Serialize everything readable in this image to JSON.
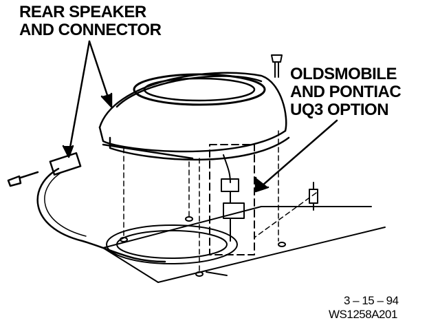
{
  "labels": {
    "speaker_line1": "REAR SPEAKER",
    "speaker_line2": "AND CONNECTOR",
    "option_line1": "OLDSMOBILE",
    "option_line2": "AND PONTIAC",
    "option_line3": "UQ3 OPTION",
    "date": "3 – 15 – 94",
    "figure_id": "WS1258A201"
  },
  "colors": {
    "ink": "#000000",
    "paper": "#ffffff"
  }
}
